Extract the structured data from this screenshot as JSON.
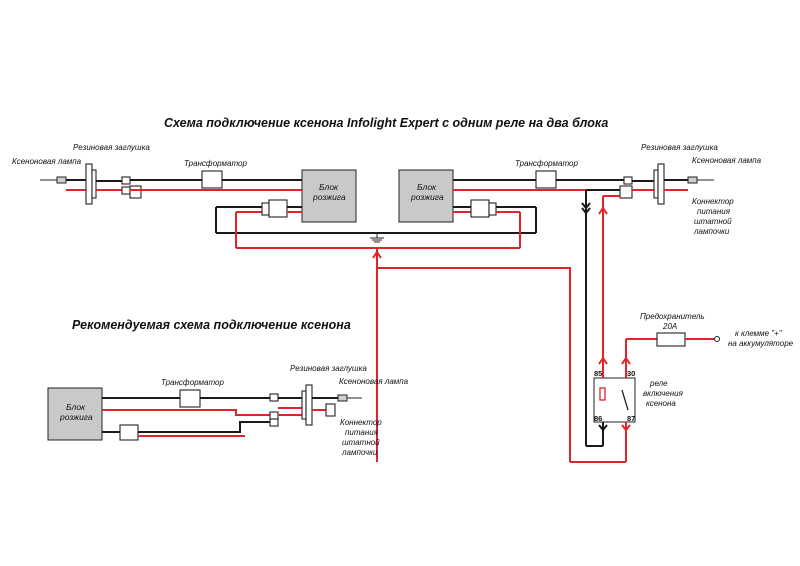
{
  "diagram": {
    "title_main": "Схема подключение ксенона Infolight Expert с одним реле на два блока",
    "title_recommended": "Рекомендуемая схема подключение ксенона",
    "labels": {
      "xenon_lamp": "Ксеноновая лампа",
      "rubber_plug": "Резиновая заглушка",
      "transformer": "Трансформатор",
      "ignition_block": "Блок розжига",
      "connector": "Коннектор питания штатной лампочки",
      "fuse": "Предохранитель",
      "fuse_rating": "20А",
      "battery_terminal": "к клемме \"+\" на аккумуляторе",
      "relay": "реле включения ксенона"
    },
    "relay_pins": [
      "85",
      "30",
      "86",
      "87"
    ],
    "colors": {
      "black_wire": "#1a1a1a",
      "red_wire": "#e0242a",
      "block_fill": "#c9c9c9"
    }
  }
}
